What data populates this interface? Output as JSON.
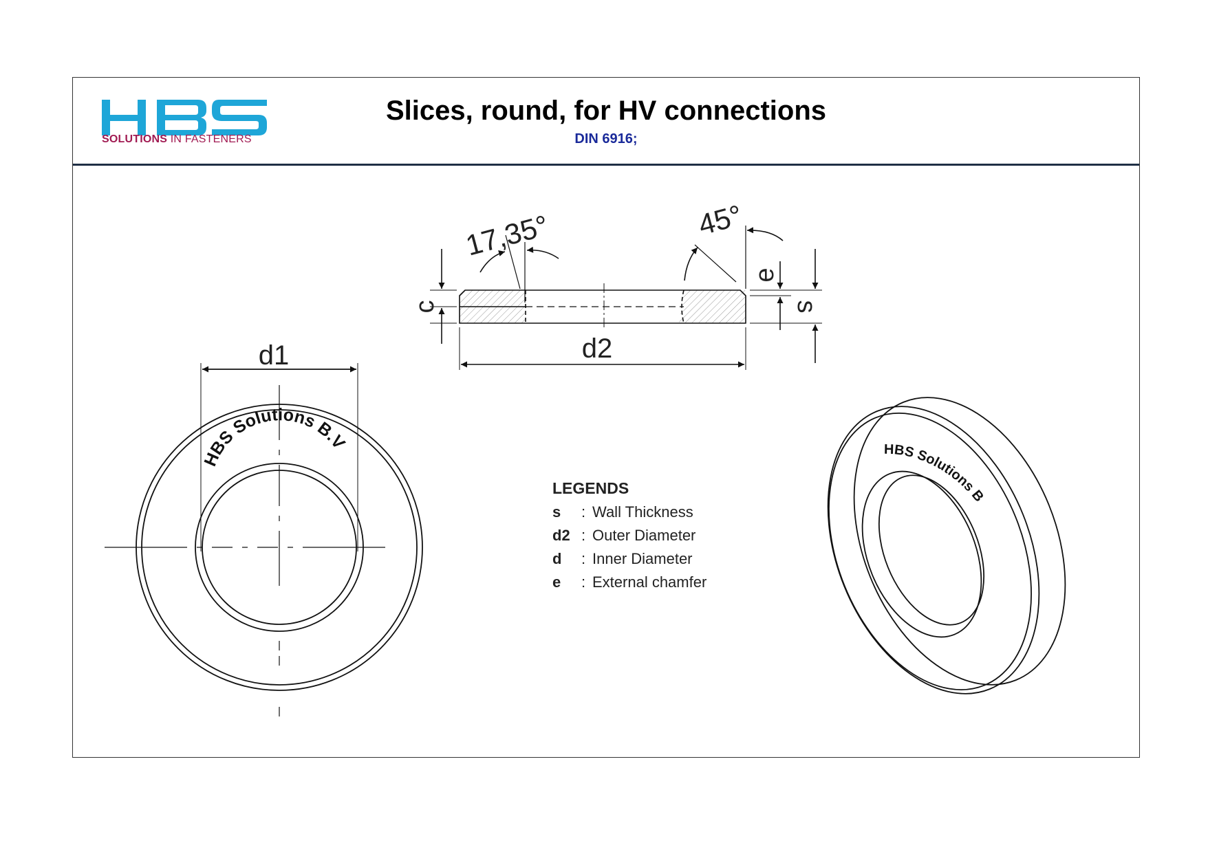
{
  "header": {
    "logo_letters": "HBS",
    "logo_tagline_strong": "SOLUTIONS",
    "logo_tagline_rest": " IN FASTENERS",
    "title": "Slices, round, for HV connections",
    "subtitle": "DIN 6916;"
  },
  "dimensions": {
    "angle_left": "17,35°",
    "angle_right": "45°",
    "c": "c",
    "e": "e",
    "s": "s",
    "d1": "d1",
    "d2": "d2"
  },
  "watermark": "HBS Solutions B.V",
  "legend": {
    "title": "LEGENDS",
    "separator": ":",
    "items": [
      {
        "symbol": "s",
        "description": "Wall Thickness"
      },
      {
        "symbol": "d2",
        "description": "Outer Diameter"
      },
      {
        "symbol": "d",
        "description": "Inner Diameter"
      },
      {
        "symbol": "e",
        "description": "External chamfer"
      }
    ]
  },
  "colors": {
    "logo_blue": "#1ea6d8",
    "tagline": "#a01a52",
    "subtitle": "#1a2a9a",
    "header_rule": "#1f2f45"
  }
}
